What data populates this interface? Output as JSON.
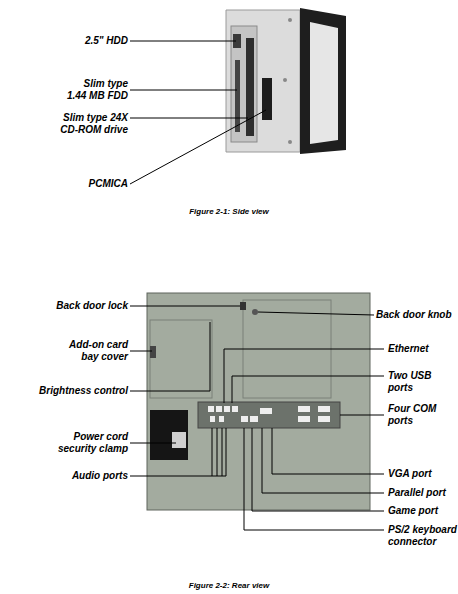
{
  "diagram": {
    "labels": [
      "2.5\" HDD",
      "Slim type 1.44 MB FDD",
      "Slim type 24X CD-ROM drive",
      "PCMICA",
      "Figure 2-1: Side view",
      "Back door lock",
      "Back door knob",
      "Add-on card bay cover",
      "Ethernet",
      "Brightness control",
      "Two USB ports",
      "Four COM ports",
      "Power cord security clamp",
      "Audio ports",
      "VGA port",
      "Parallel port",
      "Game port",
      "PS/2 keyboard connector",
      "Figure 2-2: Rear view"
    ]
  }
}
